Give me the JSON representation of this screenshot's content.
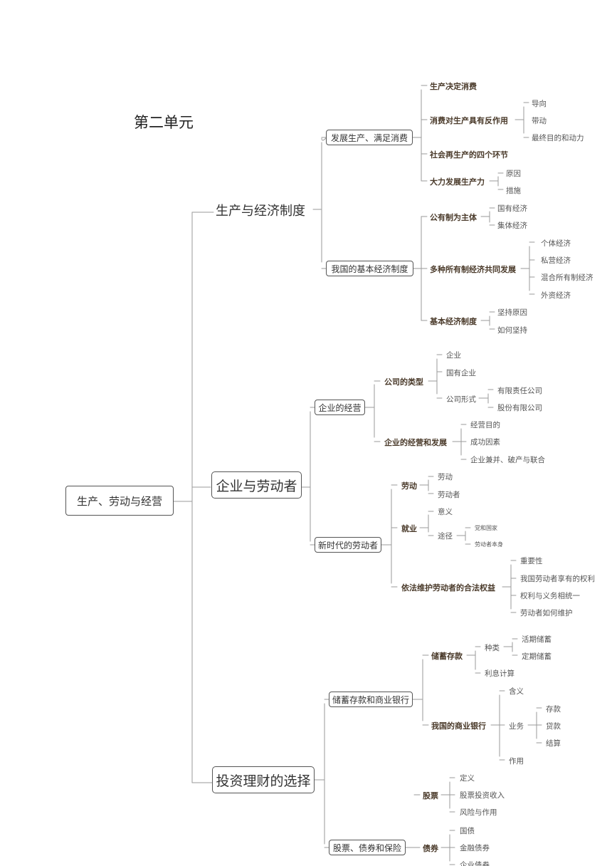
{
  "unit_title": "第二单元",
  "root": "生产、劳动与经营",
  "topic1": {
    "title": "生产与经济制度",
    "branch1": {
      "label": "发展生产、满足消费",
      "n1": "生产决定消费",
      "n2": "消费对生产具有反作用",
      "n2_items": [
        "导向",
        "带动",
        "最终目的和动力"
      ],
      "n3": "社会再生产的四个环节",
      "n4": "大力发展生产力",
      "n4_items": [
        "原因",
        "措施"
      ]
    },
    "branch2": {
      "label": "我国的基本经济制度",
      "n1": "公有制为主体",
      "n1_items": [
        "国有经济",
        "集体经济"
      ],
      "n2": "多种所有制经济共同发展",
      "n2_items": [
        "个体经济",
        "私营经济",
        "混合所有制经济",
        "外资经济"
      ],
      "n3": "基本经济制度",
      "n3_items": [
        "坚持原因",
        "如何坚持"
      ]
    }
  },
  "topic2": {
    "title": "企业与劳动者",
    "branch1": {
      "label": "企业的经营",
      "n1": "公司的类型",
      "n1_items": [
        "企业",
        "国有企业",
        "公司形式"
      ],
      "n1_sub": [
        "有限责任公司",
        "股份有限公司"
      ],
      "n2": "企业的经营和发展",
      "n2_items": [
        "经营目的",
        "成功因素",
        "企业兼并、破产与联合"
      ]
    },
    "branch2": {
      "label": "新时代的劳动者",
      "n1": "劳动",
      "n1_items": [
        "劳动",
        "劳动者"
      ],
      "n2": "就业",
      "n2_items": [
        "意义",
        "途径"
      ],
      "n2_sub": [
        "党和国家",
        "劳动者本身"
      ],
      "n3": "依法维护劳动者的合法权益",
      "n3_items": [
        "重要性",
        "我国劳动者享有的权利",
        "权利与义务相统一",
        "劳动者如何维护"
      ]
    }
  },
  "topic3": {
    "title": "投资理财的选择",
    "branch1": {
      "label": "储蓄存款和商业银行",
      "n1": "储蓄存款",
      "n1_items": [
        "种类",
        "利息计算"
      ],
      "n1_sub": [
        "活期储蓄",
        "定期储蓄"
      ],
      "n2": "我国的商业银行",
      "n2_items": [
        "含义",
        "业务",
        "作用"
      ],
      "n2_sub": [
        "存款",
        "贷款",
        "结算"
      ]
    },
    "branch2": {
      "label": "股票、债券和保险",
      "n1": "股票",
      "n1_items": [
        "定义",
        "股票投资收入",
        "风险与作用"
      ],
      "n2": "债券",
      "n2_items": [
        "国债",
        "金融债券",
        "企业债券"
      ]
    }
  }
}
